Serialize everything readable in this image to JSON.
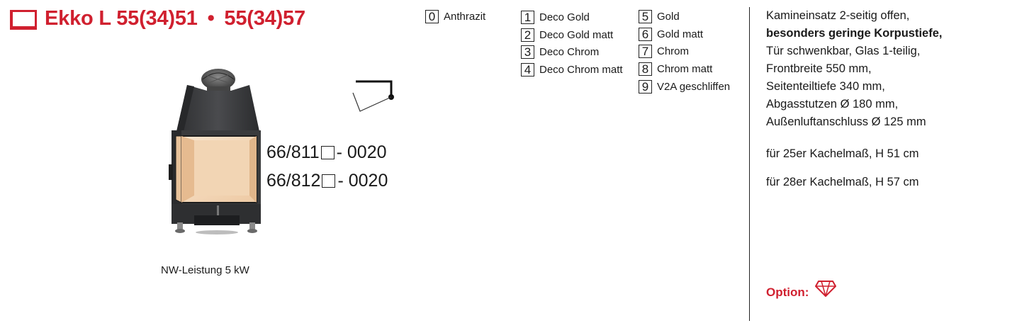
{
  "header": {
    "model": "Ekko L",
    "variant_a": "55(34)51",
    "separator": "•",
    "variant_b": "55(34)57",
    "brand_icon": "red-square-corner-icon"
  },
  "product": {
    "power_label": "NW-Leistung 5 kW",
    "hinge_icon": "door-hinge-right-icon"
  },
  "article_numbers": [
    {
      "prefix": "66/811",
      "suffix": "- 0020"
    },
    {
      "prefix": "66/812",
      "suffix": "- 0020"
    }
  ],
  "finishes": [
    {
      "num": "0",
      "label": "Anthrazit"
    },
    {
      "num": "1",
      "label": "Deco Gold"
    },
    {
      "num": "2",
      "label": "Deco Gold matt"
    },
    {
      "num": "3",
      "label": "Deco Chrom"
    },
    {
      "num": "4",
      "label": "Deco Chrom matt"
    },
    {
      "num": "5",
      "label": "Gold"
    },
    {
      "num": "6",
      "label": "Gold matt"
    },
    {
      "num": "7",
      "label": "Chrom"
    },
    {
      "num": "8",
      "label": "Chrom matt"
    },
    {
      "num": "9",
      "label": "V2A geschliffen"
    }
  ],
  "description": {
    "line1": "Kamineinsatz 2-seitig offen,",
    "line2": "besonders geringe Korpustiefe,",
    "line3": "Tür schwenkbar, Glas 1-teilig,",
    "line4": "Frontbreite 550 mm,",
    "line5": "Seitenteiltiefe 340 mm,",
    "line6": "Abgasstutzen Ø 180 mm,",
    "line7": "Außenluftanschluss Ø 125 mm",
    "size1": "für 25er Kachelmaß, H 51 cm",
    "size2": "für 28er Kachelmaß, H 57 cm"
  },
  "option": {
    "label": "Option:",
    "icon": "diamond-gem-icon"
  },
  "colors": {
    "accent_red": "#d0202f",
    "text": "#1a1a1a",
    "glass_fill": "#f4d9bd",
    "stove_body": "#3a3b3d"
  }
}
